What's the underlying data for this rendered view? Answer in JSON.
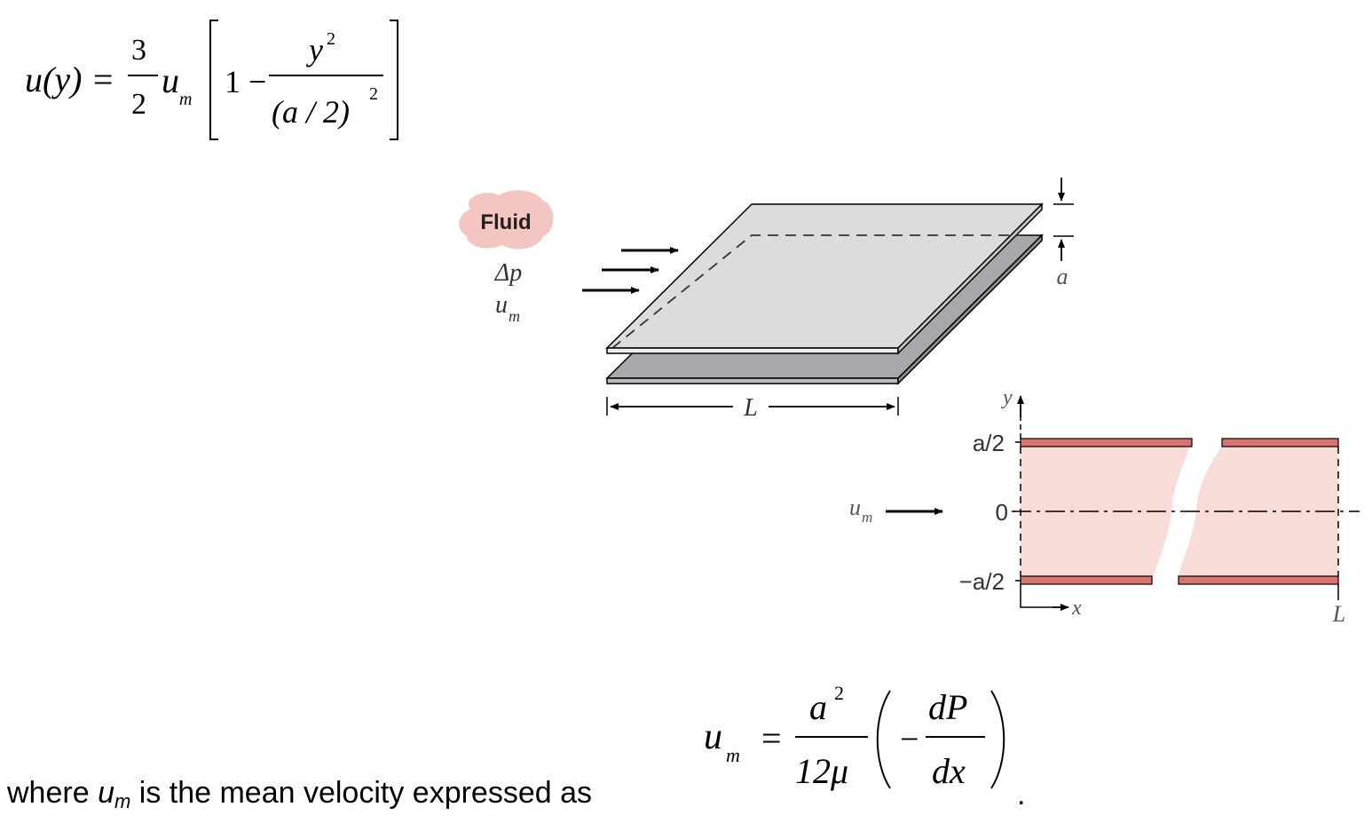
{
  "eq1": {
    "lhs": "u(y) =",
    "frac_num": "3",
    "frac_den": "2",
    "um_u": "u",
    "um_sub": "m",
    "one_minus": "1 −",
    "inner_num_y": "y",
    "inner_num_exp": "2",
    "inner_den": "(a / 2)",
    "inner_den_exp": "2"
  },
  "diagram": {
    "fluid_label": "Fluid",
    "dp_label": "Δp",
    "um_u": "u",
    "um_sub": "m",
    "length_label": "L",
    "gap_label": "a",
    "y_axis_label": "y",
    "x_axis_label": "x",
    "tick_top": "a/2",
    "tick_zero": "0",
    "tick_bottom": "−a/2",
    "end_label": "L",
    "colors": {
      "plate_top": "#dcdcdd",
      "plate_bottom": "#a7a8ab",
      "cloud": "#f4c6c1",
      "channel_fill": "#f9dcd7",
      "wall": "#d9736f"
    }
  },
  "eq2": {
    "um_u": "u",
    "um_sub": "m",
    "equals": "=",
    "num_a": "a",
    "num_exp": "2",
    "den": "12μ",
    "minus": "−",
    "d_num": "dP",
    "d_den": "dx"
  },
  "caption": {
    "text_prefix": "where ",
    "u": "u",
    "sub": "m",
    "text_suffix": " is the mean velocity expressed as",
    "period": "."
  }
}
